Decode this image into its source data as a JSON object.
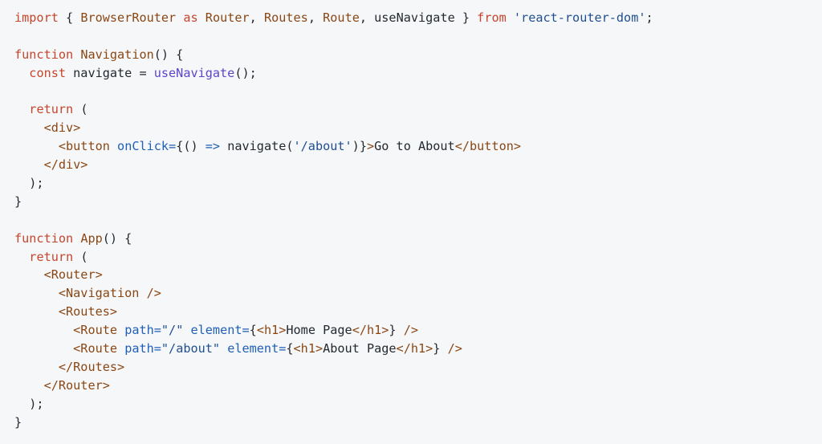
{
  "theme": {
    "background": "#f6f7f9",
    "colors": {
      "kw": "#c6452d",
      "fn": "#8a4714",
      "hook": "#5d45c9",
      "str": "#1f4f8f",
      "tag": "#8a4714",
      "attr": "#1f5fb5",
      "plain": "#24292f"
    }
  },
  "code": {
    "lines": [
      [
        [
          "kw",
          "import"
        ],
        [
          "plain",
          " { "
        ],
        [
          "fn",
          "BrowserRouter"
        ],
        [
          "plain",
          " "
        ],
        [
          "kw",
          "as"
        ],
        [
          "plain",
          " "
        ],
        [
          "fn",
          "Router"
        ],
        [
          "plain",
          ", "
        ],
        [
          "fn",
          "Routes"
        ],
        [
          "plain",
          ", "
        ],
        [
          "fn",
          "Route"
        ],
        [
          "plain",
          ", useNavigate } "
        ],
        [
          "kw",
          "from"
        ],
        [
          "plain",
          " "
        ],
        [
          "str",
          "'react-router-dom'"
        ],
        [
          "plain",
          ";"
        ]
      ],
      [],
      [
        [
          "kw",
          "function"
        ],
        [
          "plain",
          " "
        ],
        [
          "fn",
          "Navigation"
        ],
        [
          "plain",
          "() {"
        ]
      ],
      [
        [
          "plain",
          "  "
        ],
        [
          "kw",
          "const"
        ],
        [
          "plain",
          " navigate = "
        ],
        [
          "hook",
          "useNavigate"
        ],
        [
          "plain",
          "();"
        ]
      ],
      [],
      [
        [
          "plain",
          "  "
        ],
        [
          "kw",
          "return"
        ],
        [
          "plain",
          " ("
        ]
      ],
      [
        [
          "plain",
          "    "
        ],
        [
          "tag",
          "<div>"
        ]
      ],
      [
        [
          "plain",
          "      "
        ],
        [
          "tag",
          "<button"
        ],
        [
          "plain",
          " "
        ],
        [
          "attr",
          "onClick="
        ],
        [
          "plain",
          "{() "
        ],
        [
          "attr",
          "=>"
        ],
        [
          "plain",
          " navigate("
        ],
        [
          "str",
          "'/about'"
        ],
        [
          "plain",
          ")}"
        ],
        [
          "tag",
          ">"
        ],
        [
          "plain",
          "Go to About"
        ],
        [
          "tag",
          "</button>"
        ]
      ],
      [
        [
          "plain",
          "    "
        ],
        [
          "tag",
          "</div>"
        ]
      ],
      [
        [
          "plain",
          "  );"
        ]
      ],
      [
        [
          "plain",
          "}"
        ]
      ],
      [],
      [
        [
          "kw",
          "function"
        ],
        [
          "plain",
          " "
        ],
        [
          "fn",
          "App"
        ],
        [
          "plain",
          "() {"
        ]
      ],
      [
        [
          "plain",
          "  "
        ],
        [
          "kw",
          "return"
        ],
        [
          "plain",
          " ("
        ]
      ],
      [
        [
          "plain",
          "    "
        ],
        [
          "tag",
          "<Router>"
        ]
      ],
      [
        [
          "plain",
          "      "
        ],
        [
          "tag",
          "<Navigation"
        ],
        [
          "plain",
          " "
        ],
        [
          "tag",
          "/>"
        ]
      ],
      [
        [
          "plain",
          "      "
        ],
        [
          "tag",
          "<Routes>"
        ]
      ],
      [
        [
          "plain",
          "        "
        ],
        [
          "tag",
          "<Route"
        ],
        [
          "plain",
          " "
        ],
        [
          "attr",
          "path="
        ],
        [
          "str",
          "\"/\""
        ],
        [
          "plain",
          " "
        ],
        [
          "attr",
          "element="
        ],
        [
          "plain",
          "{"
        ],
        [
          "tag",
          "<h1>"
        ],
        [
          "plain",
          "Home Page"
        ],
        [
          "tag",
          "</h1>"
        ],
        [
          "plain",
          "} "
        ],
        [
          "tag",
          "/>"
        ]
      ],
      [
        [
          "plain",
          "        "
        ],
        [
          "tag",
          "<Route"
        ],
        [
          "plain",
          " "
        ],
        [
          "attr",
          "path="
        ],
        [
          "str",
          "\"/about\""
        ],
        [
          "plain",
          " "
        ],
        [
          "attr",
          "element="
        ],
        [
          "plain",
          "{"
        ],
        [
          "tag",
          "<h1>"
        ],
        [
          "plain",
          "About Page"
        ],
        [
          "tag",
          "</h1>"
        ],
        [
          "plain",
          "} "
        ],
        [
          "tag",
          "/>"
        ]
      ],
      [
        [
          "plain",
          "      "
        ],
        [
          "tag",
          "</Routes>"
        ]
      ],
      [
        [
          "plain",
          "    "
        ],
        [
          "tag",
          "</Router>"
        ]
      ],
      [
        [
          "plain",
          "  );"
        ]
      ],
      [
        [
          "plain",
          "}"
        ]
      ]
    ]
  }
}
